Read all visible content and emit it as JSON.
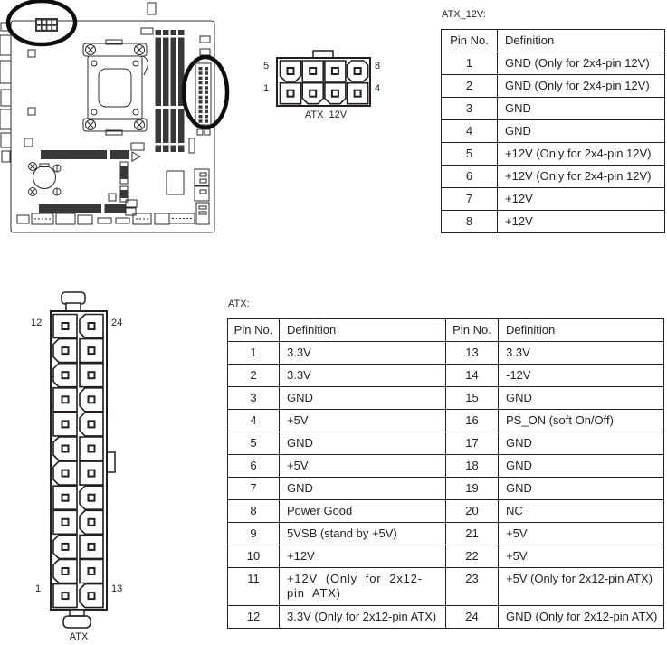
{
  "ink": "#231f20",
  "atx12v": {
    "title": "ATX_12V:",
    "connector": {
      "label": "ATX_12V",
      "corner_pins": {
        "top_left": "5",
        "top_right": "8",
        "bottom_left": "1",
        "bottom_right": "4"
      }
    },
    "table": {
      "headers": [
        "Pin No.",
        "Definition"
      ],
      "rows": [
        {
          "pin": "1",
          "definition": "GND (Only for 2x4-pin 12V)"
        },
        {
          "pin": "2",
          "definition": "GND (Only for 2x4-pin 12V)"
        },
        {
          "pin": "3",
          "definition": "GND"
        },
        {
          "pin": "4",
          "definition": "GND"
        },
        {
          "pin": "5",
          "definition": "+12V (Only for 2x4-pin 12V)"
        },
        {
          "pin": "6",
          "definition": "+12V (Only for 2x4-pin 12V)"
        },
        {
          "pin": "7",
          "definition": "+12V"
        },
        {
          "pin": "8",
          "definition": "+12V"
        }
      ]
    }
  },
  "atx": {
    "title": "ATX:",
    "connector": {
      "label": "ATX",
      "corner_pins": {
        "top_left": "12",
        "top_right": "24",
        "bottom_left": "1",
        "bottom_right": "13"
      }
    },
    "table": {
      "headers": [
        "Pin No.",
        "Definition",
        "Pin No.",
        "Definition"
      ],
      "rows": [
        {
          "left_pin": "1",
          "left_def": "3.3V",
          "right_pin": "13",
          "right_def": "3.3V"
        },
        {
          "left_pin": "2",
          "left_def": "3.3V",
          "right_pin": "14",
          "right_def": "-12V"
        },
        {
          "left_pin": "3",
          "left_def": "GND",
          "right_pin": "15",
          "right_def": "GND"
        },
        {
          "left_pin": "4",
          "left_def": "+5V",
          "right_pin": "16",
          "right_def": "PS_ON (soft On/Off)"
        },
        {
          "left_pin": "5",
          "left_def": "GND",
          "right_pin": "17",
          "right_def": "GND"
        },
        {
          "left_pin": "6",
          "left_def": "+5V",
          "right_pin": "18",
          "right_def": "GND"
        },
        {
          "left_pin": "7",
          "left_def": "GND",
          "right_pin": "19",
          "right_def": "GND"
        },
        {
          "left_pin": "8",
          "left_def": "Power Good",
          "right_pin": "20",
          "right_def": "NC"
        },
        {
          "left_pin": "9",
          "left_def": "5VSB (stand by +5V)",
          "right_pin": "21",
          "right_def": "+5V"
        },
        {
          "left_pin": "10",
          "left_def": "+12V",
          "right_pin": "22",
          "right_def": "+5V"
        },
        {
          "left_pin": "11",
          "left_def": "+12V (Only for 2x12-pin ATX)",
          "right_pin": "23",
          "right_def": "+5V (Only for 2x12-pin ATX)",
          "tall": true
        },
        {
          "left_pin": "12",
          "left_def": "3.3V (Only for 2x12-pin ATX)",
          "right_pin": "24",
          "right_def": "GND (Only for 2x12-pin ATX)"
        }
      ]
    }
  }
}
